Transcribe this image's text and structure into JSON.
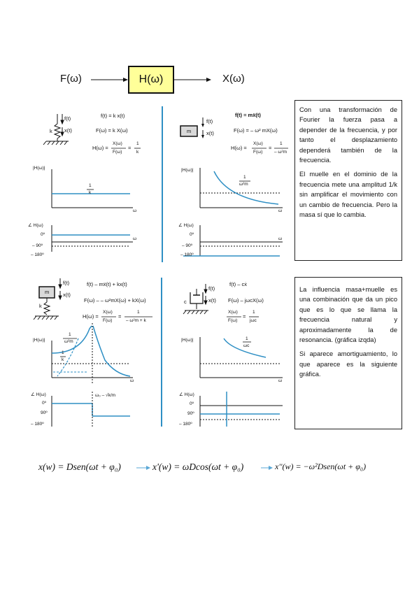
{
  "block": {
    "input": "F(ω)",
    "system": "H(ω)",
    "output": "X(ω)"
  },
  "panels": {
    "spring": {
      "eq1": "f(t) = k x(t)",
      "eq2": "F(ω) = k X(ω)",
      "eq3_lhs": "H(ω) =",
      "eq3_num": "X(ω)",
      "eq3_den": "F(ω)",
      "eq3_eq": "=",
      "eq3_rnum": "1",
      "eq3_rden": "k",
      "force": "f(t)",
      "disp": "x(t)",
      "k": "k",
      "mag_label": "|H(ω)|",
      "mag_curve_num": "1",
      "mag_curve_den": "k",
      "omega": "ω",
      "phase_label": "∠ H(ω)",
      "ph0": "0º",
      "ph90": "– 90º",
      "ph180": "– 180º"
    },
    "mass": {
      "eq1": "f(t) = mẍ(t)",
      "eq2": "F(ω) =  – ω² mX(ω)",
      "eq3_lhs": "H(ω) =",
      "eq3_num": "X(ω)",
      "eq3_den": "F(ω)",
      "eq3_eq": "=",
      "eq3_rnum": "1",
      "eq3_rden": "– ω²m",
      "force": "f(t)",
      "disp": "x(t)",
      "m": "m",
      "mag_label": "|H(ω)|",
      "mag_curve_num": "1",
      "mag_curve_den": "ω²m",
      "omega": "ω",
      "phase_label": "∠ H(ω)",
      "ph0": "0º",
      "ph90": "– 90º",
      "ph180": "– 180º"
    },
    "massspring": {
      "eq1": "f(t) – mẍ(t) + kx(t)",
      "eq2": "F(ω) –  – ω²mX(ω) + kX(ω)",
      "eq3_lhs": "H(ω) =",
      "eq3_num": "X(ω)",
      "eq3_den": "F(ω)",
      "eq3_eq": "=",
      "eq3_rnum": "1",
      "eq3_rden": "– ω²m + k",
      "force": "f(t)",
      "disp": "x(t)",
      "m": "m",
      "k": "k",
      "mag_label": "|H(ω)|",
      "curve1_num": "1",
      "curve1_den": "ω²m",
      "curve2_num": "1",
      "curve2_den": "k",
      "omega": "ω",
      "omega0": "ω₀ – √k/m",
      "phase_label": "∠ H(ω)",
      "ph0": "0º",
      "ph90": "90º",
      "ph180": "– 180º"
    },
    "damper": {
      "eq1": "f(t) – cẋ",
      "eq2": "F(ω) – jωcX(ω)",
      "eq3_lhs": "H(ω) =",
      "eq3_num": "X(ω)",
      "eq3_den": "F(ω)",
      "eq3_eq": "=",
      "eq3_rnum": "1",
      "eq3_rden": "jωc",
      "force": "f(t)",
      "disp": "x(t)",
      "c": "c",
      "mag_label": "|H(ω)|",
      "curve_num": "1",
      "curve_den": "ωc",
      "omega": "ω",
      "phase_label": "∠ H(ω)",
      "ph0": "0º",
      "ph90": "90º",
      "ph180": "– 180º"
    }
  },
  "notes": {
    "box1": [
      "Con una transformación de Fourier la fuerza pasa a depender de la frecuencia, y por tanto el desplazamiento dependerá también de la frecuencia.",
      "El muelle en el dominio de la frecuencia mete una amplitud 1/k sin amplificar el movimiento con un cambio de frecuencia. Pero la masa sí que lo cambia."
    ],
    "box2": [
      "La influencia masa+muelle es una combinación que da un pico que es lo que se llama la frecuencia natural y aproximadamente la de resonancia. (gráfica izqda)",
      "Si aparece amortiguamiento, lo que aparece es la siguiente gráfica."
    ]
  },
  "formulas": {
    "f1": "x(w) = Dsen(ωt + φ₀)",
    "f2": "x'(w) = ωDcos(ωt + φ₀)",
    "f3": "x''(w) = −ω²Dsen(ωt + φ₀)"
  },
  "colors": {
    "curve": "#2e8fc4",
    "divider": "#2e8fc4",
    "block_fill": "#ffff99"
  }
}
